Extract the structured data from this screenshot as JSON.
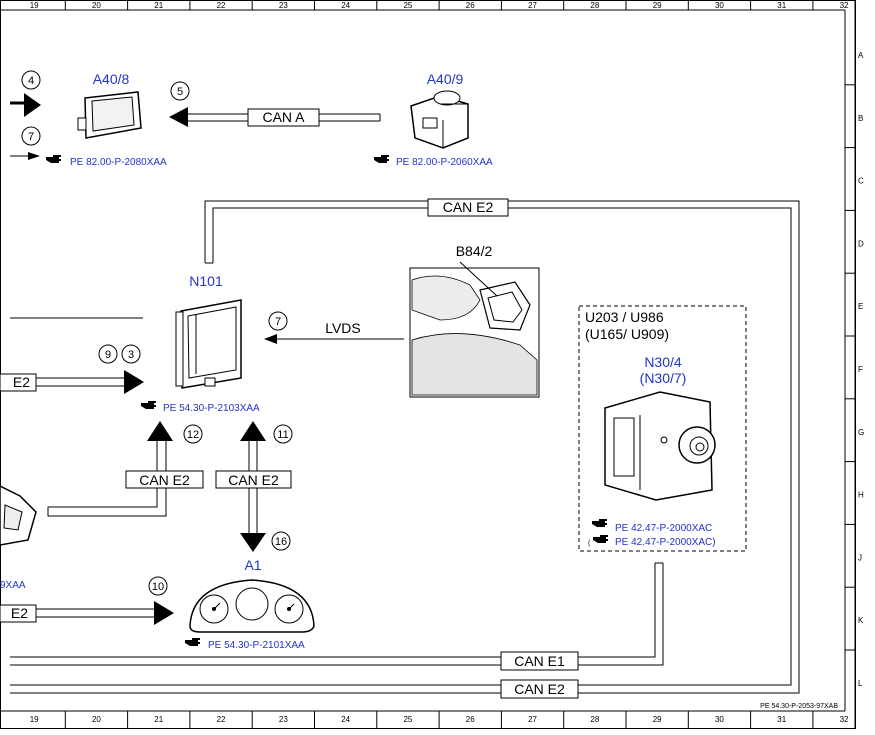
{
  "ruler": {
    "columns": [
      "19",
      "20",
      "21",
      "22",
      "23",
      "24",
      "25",
      "26",
      "27",
      "28",
      "29",
      "30",
      "31",
      "32"
    ],
    "rows": [
      "A",
      "B",
      "C",
      "D",
      "E",
      "F",
      "G",
      "H",
      "J",
      "K",
      "L"
    ]
  },
  "components": {
    "a40_8": {
      "label": "A40/8",
      "ref": "PE 82.00-P-2080XAA"
    },
    "a40_9": {
      "label": "A40/9",
      "ref": "PE 82.00-P-2060XAA"
    },
    "n101": {
      "label": "N101",
      "ref": "PE 54.30-P-2103XAA"
    },
    "b84_2": {
      "label": "B84/2"
    },
    "a1": {
      "label": "A1",
      "ref": "PE 54.30-P-2101XAA"
    },
    "n30_box": {
      "line1": "U203 / U986",
      "line2": "(U165/ U909)",
      "label": "N30/4",
      "label_alt": "(N30/7)",
      "ref1": "PE 42.47-P-2000XAC",
      "ref2": "(",
      "ref2_text": "PE 42.47-P-2000XAC)"
    },
    "left_partial_ref": "9XAA"
  },
  "buses": {
    "can_a": "CAN A",
    "can_e2_top": "CAN E2",
    "lvds": "LVDS",
    "can_e2_left": "CAN E2",
    "can_e2_mid": "CAN E2",
    "can_e1_bottom": "CAN E1",
    "can_e2_bottom": "CAN E2",
    "e2_left_1": "E2",
    "e2_left_2": "E2"
  },
  "markers": {
    "m4": "4",
    "m7_left": "7",
    "m5": "5",
    "m7_lvds": "7",
    "m9": "9",
    "m3": "3",
    "m12": "12",
    "m11": "11",
    "m16": "16",
    "m10": "10"
  },
  "footer": {
    "drawing_id": "PE 54.30-P-2053-97XAB"
  },
  "icons": {
    "reference": "pointing-hand-icon"
  }
}
